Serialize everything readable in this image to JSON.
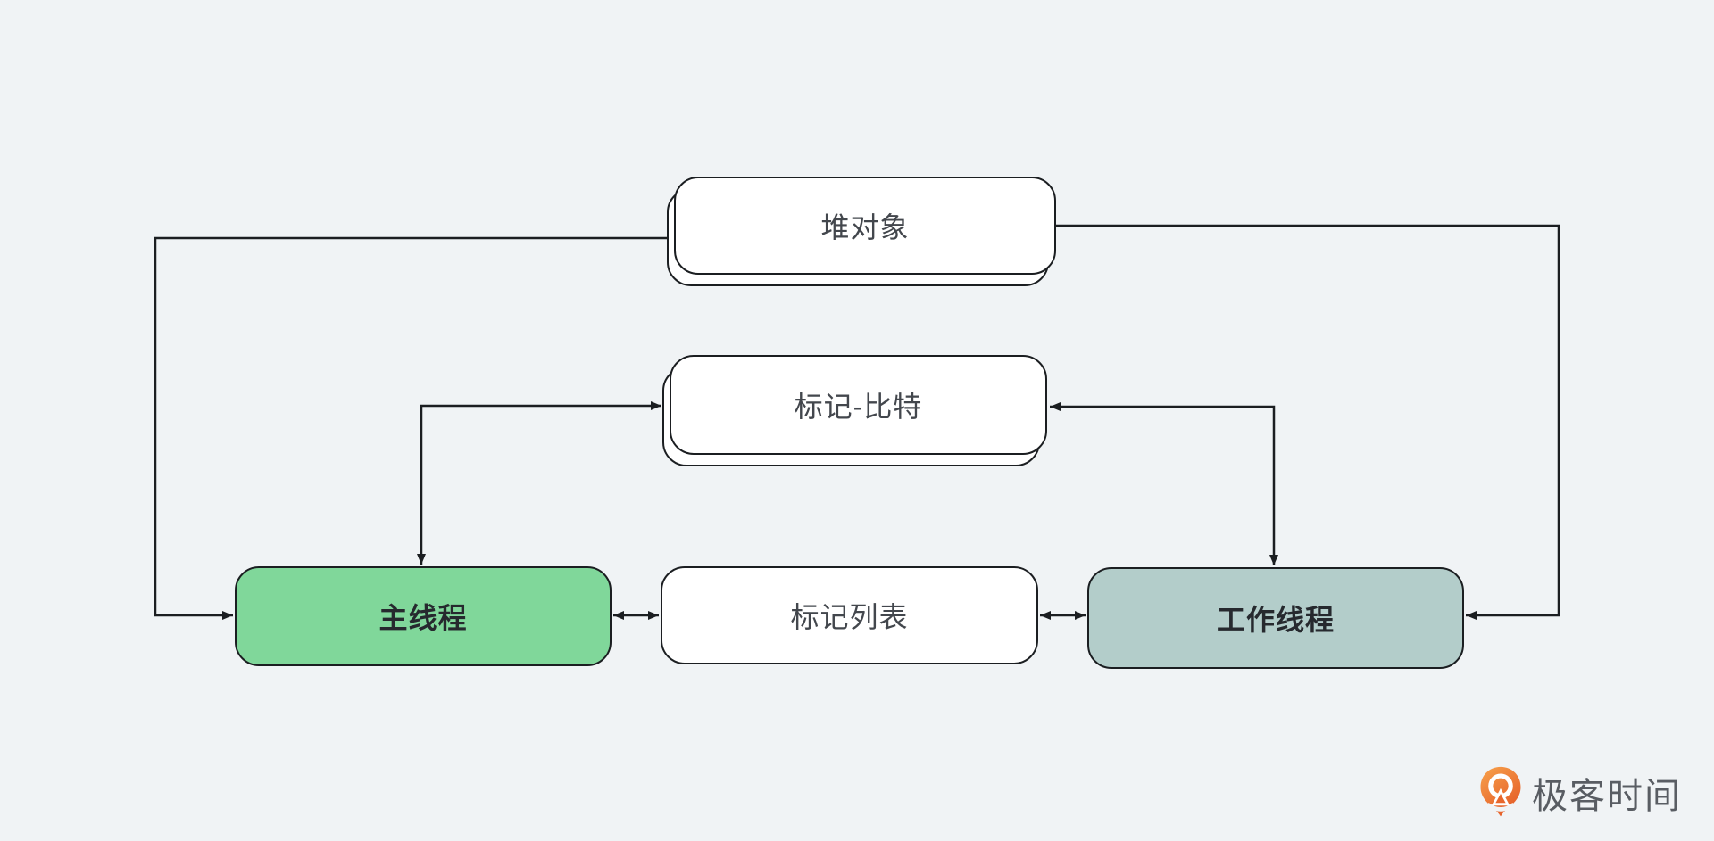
{
  "diagram": {
    "background_color": "#f0f3f5",
    "stroke_color": "#1b1e21",
    "nodes": {
      "heap": {
        "label": "堆对象",
        "fill": "#ffffff",
        "stacked": true
      },
      "mark_bits": {
        "label": "标记-比特",
        "fill": "#ffffff",
        "stacked": true
      },
      "main_thread": {
        "label": "主线程",
        "fill": "#80d79a",
        "bold": true
      },
      "mark_list": {
        "label": "标记列表",
        "fill": "#ffffff"
      },
      "worker_thread": {
        "label": "工作线程",
        "fill": "#b3cdca",
        "bold": true
      }
    },
    "connectors": [
      {
        "from": "heap",
        "to": "main_thread",
        "arrows": "end"
      },
      {
        "from": "heap",
        "to": "worker_thread",
        "arrows": "end"
      },
      {
        "from": "main_thread",
        "to": "mark_bits",
        "arrows": "both"
      },
      {
        "from": "worker_thread",
        "to": "mark_bits",
        "arrows": "both"
      },
      {
        "from": "main_thread",
        "to": "mark_list",
        "arrows": "both"
      },
      {
        "from": "mark_list",
        "to": "worker_thread",
        "arrows": "both"
      }
    ]
  },
  "logo": {
    "text": "极客时间",
    "icon": "geektime-pin-icon",
    "icon_color_top": "#f7a24b",
    "icon_color_bottom": "#e55d28",
    "text_color": "#595d63"
  }
}
